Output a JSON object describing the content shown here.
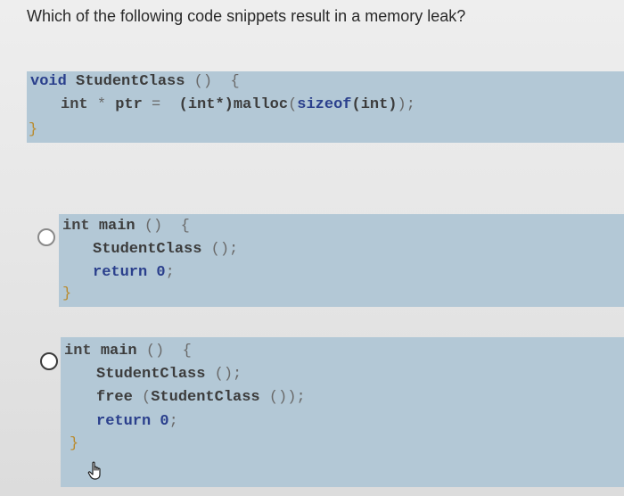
{
  "question": {
    "text": "Which of the following code snippets result in a memory leak?"
  },
  "snippet": {
    "line1_keyword": "void",
    "line1_name": "StudentClass",
    "line1_parens": "()",
    "line1_brace": "{",
    "line2_type": "int",
    "line2_star": "*",
    "line2_var": "ptr",
    "line2_eq": "=",
    "line2_cast": "(int*)",
    "line2_malloc": "malloc",
    "line2_paren_open": "(",
    "line2_sizeof": "sizeof",
    "line2_sizeof_arg": "(int)",
    "line2_end": ");",
    "line3_brace": "}"
  },
  "option_a": {
    "line1_type": "int",
    "line1_name": "main",
    "line1_parens": "()",
    "line1_brace": "{",
    "line2_call": "StudentClass",
    "line2_end": "();",
    "line3_return": "return",
    "line3_value": "0",
    "line3_semi": ";",
    "line4_brace": "}"
  },
  "option_b": {
    "line1_type": "int",
    "line1_name": "main",
    "line1_parens": "()",
    "line1_brace": "{",
    "line2_call": "StudentClass",
    "line2_end": "();",
    "line3_free": "free",
    "line3_paren": "(",
    "line3_call": "StudentClass",
    "line3_end": "());",
    "line4_return": "return",
    "line4_value": "0",
    "line4_semi": ";",
    "line5_brace": "}"
  },
  "icons": {
    "radio": "radio-unselected-icon",
    "cursor": "hand-pointer-icon"
  },
  "colors": {
    "code_background": "#b3c8d6",
    "keyword_blue": "#2a3f8c",
    "brace_orange": "#b98a2c"
  }
}
